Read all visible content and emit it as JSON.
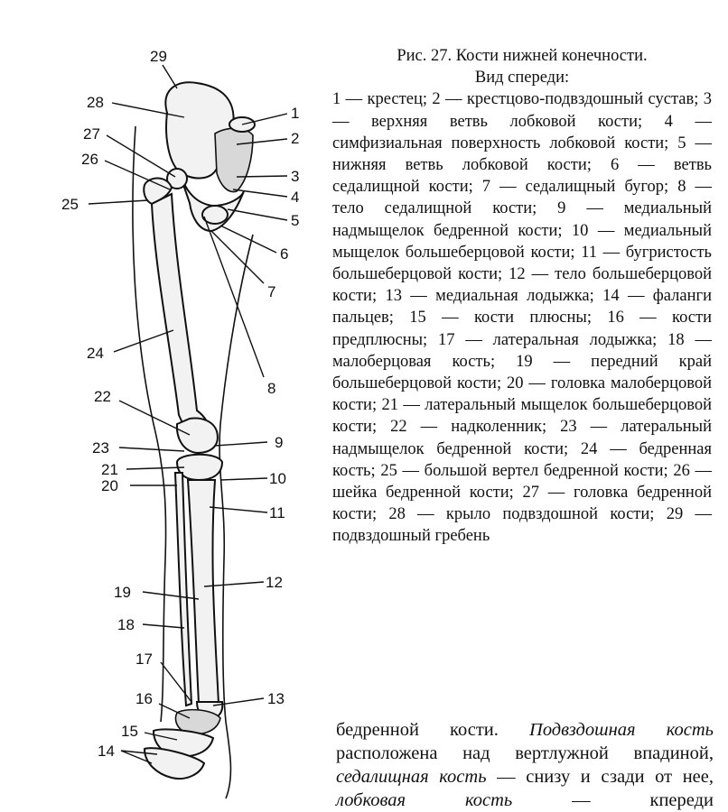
{
  "caption": {
    "title": "Рис. 27. Кости нижней конечности.",
    "subtitle": "Вид спереди:",
    "legend": "1 — крестец; 2 — крестцово-подвздошный сустав; 3 — верхняя ветвь лобковой кости; 4 — симфизиальная поверхность лобковой кости; 5 — нижняя ветвь лобковой кости; 6 — ветвь седалищной кости; 7 — седалищный бугор; 8 — тело седалищной кости; 9 — медиальный надмыщелок бедренной кости; 10 — медиальный мыщелок большеберцовой кости; 11 — бугристость большеберцовой кости; 12 — тело большеберцовой кости; 13 — медиальная лодыжка; 14 — фаланги пальцев; 15 — кости плюсны; 16 — кости предплюсны; 17 — латеральная лодыжка; 18 — малоберцовая кость; 19 — передний край большеберцовой кости; 20 — головка малоберцовой кости; 21 — латеральный мыщелок большеберцовой кости; 22 — надколенник; 23 — латеральный надмыщелок бедренной кости; 24 — бедренная кость; 25 — большой вертел бедренной кости; 26 — шейка бедренной кости; 27 — головка бедренной кости; 28 — крыло подвздошной кости; 29 — подвздошный гребень"
  },
  "body_text": {
    "p1": "бедренной кости. ",
    "p2": "Подвздошная кость",
    "p3": " расположена над вертлужной впадиной, ",
    "p4": "седалищная кость",
    "p5": " — снизу и сзади от нее, ",
    "p6": "лобковая кость",
    "p7": " — кпереди"
  },
  "labels": {
    "n1": "1",
    "n2": "2",
    "n3": "3",
    "n4": "4",
    "n5": "5",
    "n6": "6",
    "n7": "7",
    "n8": "8",
    "n9": "9",
    "n10": "10",
    "n11": "11",
    "n12": "12",
    "n13": "13",
    "n14": "14",
    "n15": "15",
    "n16": "16",
    "n17": "17",
    "n18": "18",
    "n19": "19",
    "n20": "20",
    "n21": "21",
    "n22": "22",
    "n23": "23",
    "n24": "24",
    "n25": "25",
    "n26": "26",
    "n27": "27",
    "n28": "28",
    "n29": "29"
  }
}
